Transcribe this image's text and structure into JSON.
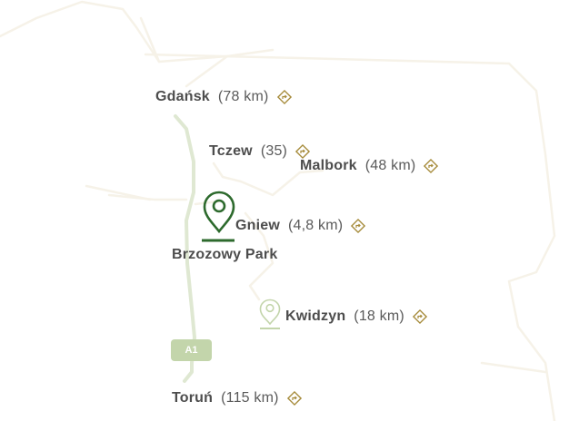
{
  "map": {
    "colors": {
      "road": "#dfe8d2",
      "badge": "#c3d5ab",
      "pin_primary": "#2d6a2d",
      "pin_secondary": "#c3d5ab",
      "sign": "#a68b3a",
      "text": "#4d4d4d",
      "border_lines": "#f7f3ea"
    },
    "road_badge": {
      "label": "A1"
    },
    "destination": {
      "name": "Brzozowy Park",
      "icon": "map-pin-icon"
    },
    "places": [
      {
        "name": "Gdańsk",
        "distance": "(78 km)",
        "icon": "road-sign-turn-right-icon"
      },
      {
        "name": "Tczew",
        "distance": "(35)",
        "icon": "road-sign-turn-right-icon"
      },
      {
        "name": "Malbork",
        "distance": "(48 km)",
        "icon": "road-sign-turn-right-icon"
      },
      {
        "name": "Gniew",
        "distance": "(4,8 km)",
        "icon": "road-sign-turn-right-icon"
      },
      {
        "name": "Kwidzyn",
        "distance": "(18 km)",
        "icon": "road-sign-turn-right-icon"
      },
      {
        "name": "Toruń",
        "distance": "(115 km)",
        "icon": "road-sign-turn-right-icon"
      }
    ]
  }
}
